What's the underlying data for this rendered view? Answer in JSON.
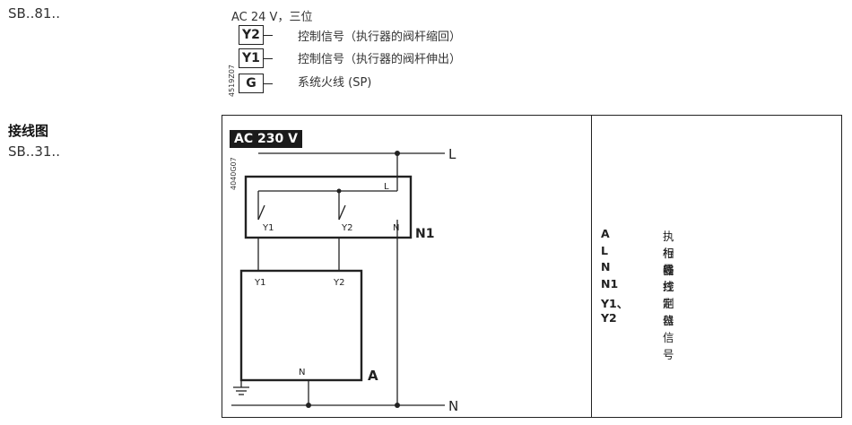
{
  "top": {
    "model": "SB..81..",
    "signal_title": "AC 24 V，三位",
    "code": "4519Z07",
    "terminals": [
      {
        "label": "Y2",
        "desc": "控制信号（执行器的阀杆缩回）"
      },
      {
        "label": "Y1",
        "desc": "控制信号（执行器的阀杆伸出）"
      },
      {
        "label": "G",
        "desc": "系统火线 (SP)"
      }
    ]
  },
  "wiring": {
    "section_title": "接线图",
    "model": "SB..31..",
    "voltage_badge": "AC 230 V",
    "code": "4040G07",
    "line_L": "L",
    "line_N": "N",
    "controller": {
      "name": "N1",
      "term_L": "L",
      "term_Y1": "Y1",
      "term_Y2": "Y2",
      "term_N": "N"
    },
    "actuator": {
      "name": "A",
      "term_Y1": "Y1",
      "term_Y2": "Y2",
      "term_N": "N"
    }
  },
  "legend": [
    {
      "key": "A",
      "value": "执行器"
    },
    {
      "key": "L",
      "value": "相线"
    },
    {
      "key": "N",
      "value": "零线"
    },
    {
      "key": "N1",
      "value": "控制器"
    },
    {
      "key": "Y1、Y2",
      "value": "定位信号"
    }
  ]
}
